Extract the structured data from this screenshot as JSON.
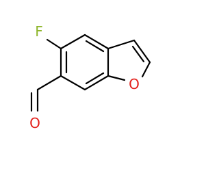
{
  "molecule": {
    "atoms": {
      "fluorine": {
        "symbol": "F",
        "color": "#8db52a"
      },
      "ring_oxygen": {
        "symbol": "O",
        "color": "#e3201b"
      },
      "aldehyde_oxygen": {
        "symbol": "O",
        "color": "#e3201b"
      }
    },
    "bond_color": "#000000",
    "background": "#ffffff"
  }
}
